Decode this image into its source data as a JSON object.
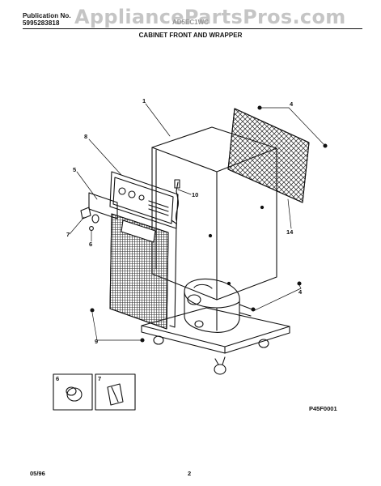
{
  "header": {
    "publication_label": "Publication No.",
    "publication_number": "5995283818",
    "model_number": "AD5EC1WC",
    "section_title": "CABINET FRONT AND WRAPPER"
  },
  "watermark": {
    "text": "AppliancePartsPros.com"
  },
  "diagram": {
    "callouts": [
      "1",
      "4",
      "8",
      "5",
      "10",
      "7",
      "6",
      "14",
      "4",
      "9"
    ],
    "detail_boxes": [
      "6",
      "7"
    ],
    "drawing_code": "P45F0001"
  },
  "footer": {
    "date": "05/96",
    "page_number": "2"
  },
  "colors": {
    "line": "#111111",
    "watermark": "#969696"
  }
}
